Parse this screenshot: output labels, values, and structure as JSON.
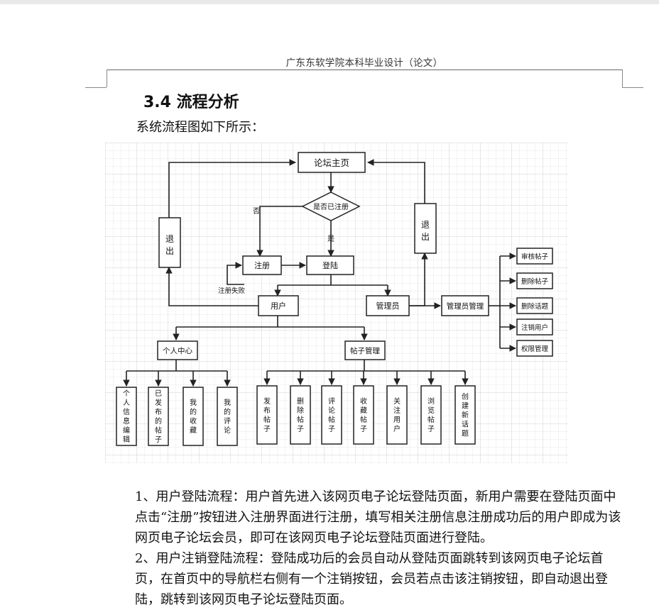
{
  "header": {
    "title": "广东东软学院本科毕业设计（论文）"
  },
  "section": {
    "number": "3.4",
    "title": "流程分析",
    "intro": "系统流程图如下所示："
  },
  "diagram": {
    "nodes": {
      "home": "论坛主页",
      "decision": "是否已注册",
      "register": "注册",
      "login": "登陆",
      "user": "用户",
      "admin": "管理员",
      "admin_mgmt": "管理员管理",
      "exit_left": "退出",
      "exit_right": "退出",
      "personal_center": "个人中心",
      "post_mgmt": "帖子管理"
    },
    "edge_labels": {
      "no": "否",
      "yes": "是",
      "register_fail": "注册失败"
    },
    "admin_items": [
      "审核帖子",
      "删除帖子",
      "删除话题",
      "注销用户",
      "权限管理"
    ],
    "personal_items": [
      "个人信息编辑",
      "已发布的帖子",
      "我的收藏",
      "我的评论"
    ],
    "post_items": [
      "发布帖子",
      "删除帖子",
      "评论帖子",
      "收藏帖子",
      "关注用户",
      "浏览帖子",
      "创建新话题"
    ]
  },
  "body": {
    "paragraphs": [
      "1、用户登陆流程：用户首先进入该网页电子论坛登陆页面，新用户需要在登陆页面中点击“注册”按钮进入注册界面进行注册，填写相关注册信息注册成功后的用户即成为该网页电子论坛会员，即可在该网页电子论坛登陆页面进行登陆。",
      "2、用户注销登陆流程：登陆成功后的会员自动从登陆页面跳转到该网页电子论坛首页，在首页中的导航栏右侧有一个注销按钮，会员若点击该注销按钮，即自动退出登陆，跳转到该网页电子论坛登陆页面。"
    ]
  }
}
